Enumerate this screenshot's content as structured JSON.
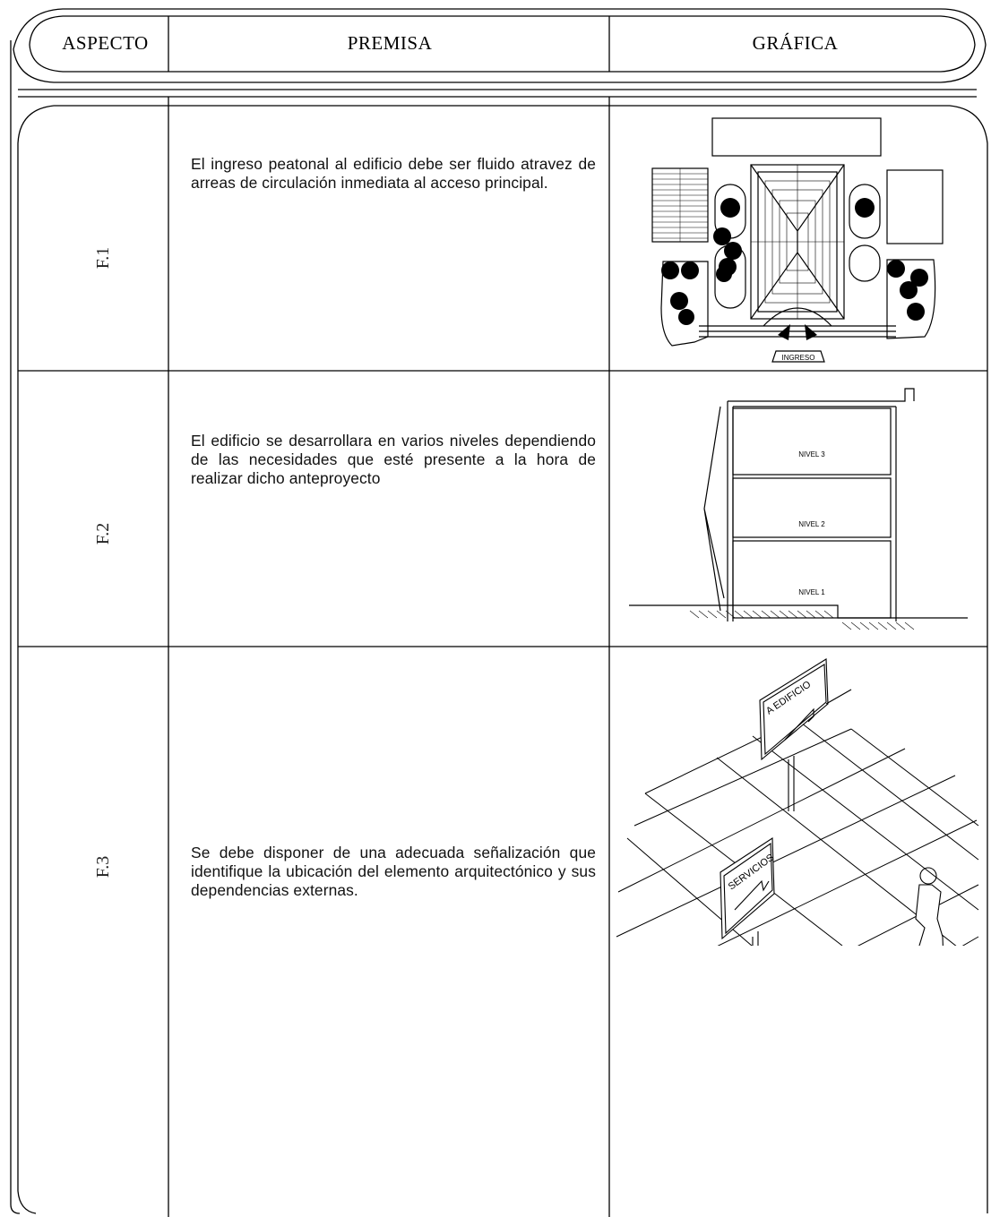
{
  "header": {
    "aspecto": "ASPECTO",
    "premisa": "PREMISA",
    "grafica": "GRÁFICA"
  },
  "rows": [
    {
      "code": "F.1",
      "premise": "El ingreso peatonal al edificio debe ser fluido atravez de arreas de circulación inmediata al acceso principal.",
      "graphic_label": "INGRESO"
    },
    {
      "code": "F.2",
      "premise": "El edificio se desarrollara en varios niveles dependiendo de las necesidades que esté presente a la hora de realizar dicho anteproyecto",
      "levels": [
        "NIVEL 3",
        "NIVEL 2",
        "NIVEL 1"
      ]
    },
    {
      "code": "F.3",
      "premise": "Se debe disponer de una adecuada señalización que identifique la ubicación del elemento arquitectónico y sus dependencias externas.",
      "sign_1": "SERVICIOS",
      "sign_2": "A EDIFICIO"
    }
  ]
}
